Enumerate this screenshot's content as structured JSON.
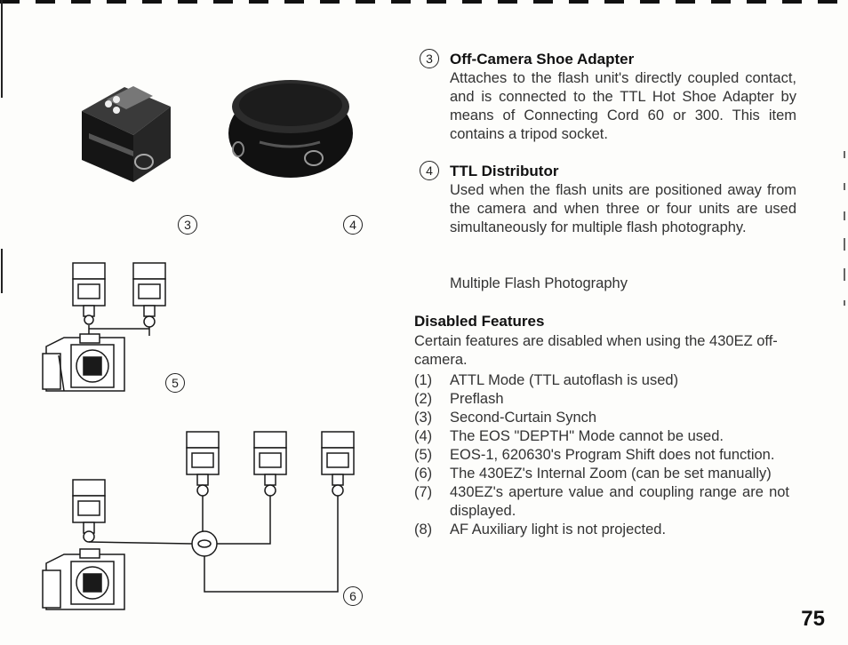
{
  "items": [
    {
      "num": "3",
      "title": "Off-Camera Shoe Adapter",
      "body": "Attaches to the flash unit's directly coupled contact, and is connected to the TTL Hot Shoe Adapter by means of Connecting Cord 60 or 300. This item contains a tripod socket."
    },
    {
      "num": "4",
      "title": "TTL Distributor",
      "body": "Used when the flash units are positioned away from the camera and when three or four units are used simultaneously for multiple flash photography."
    }
  ],
  "subnote": "Multiple Flash Photography",
  "disabled": {
    "title": "Disabled Features",
    "intro": "Certain features are disabled when using the 430EZ off-camera.",
    "list": [
      {
        "num": "(1)",
        "text": "ATTL Mode (TTL autoflash is used)"
      },
      {
        "num": "(2)",
        "text": "Preflash"
      },
      {
        "num": "(3)",
        "text": "Second-Curtain Synch"
      },
      {
        "num": "(4)",
        "text": "The EOS \"DEPTH\" Mode cannot be used."
      },
      {
        "num": "(5)",
        "text": "EOS-1, 620630's Program Shift does not function."
      },
      {
        "num": "(6)",
        "text": "The 430EZ's Internal Zoom (can be set manually)"
      },
      {
        "num": "(7)",
        "text": "430EZ's aperture value and coupling range are not displayed."
      },
      {
        "num": "(8)",
        "text": "AF Auxiliary light is not projected."
      }
    ]
  },
  "figure_labels": {
    "adapter": "3",
    "distributor": "4",
    "setup_single": "5",
    "setup_multi": "6"
  },
  "page_number": "75"
}
